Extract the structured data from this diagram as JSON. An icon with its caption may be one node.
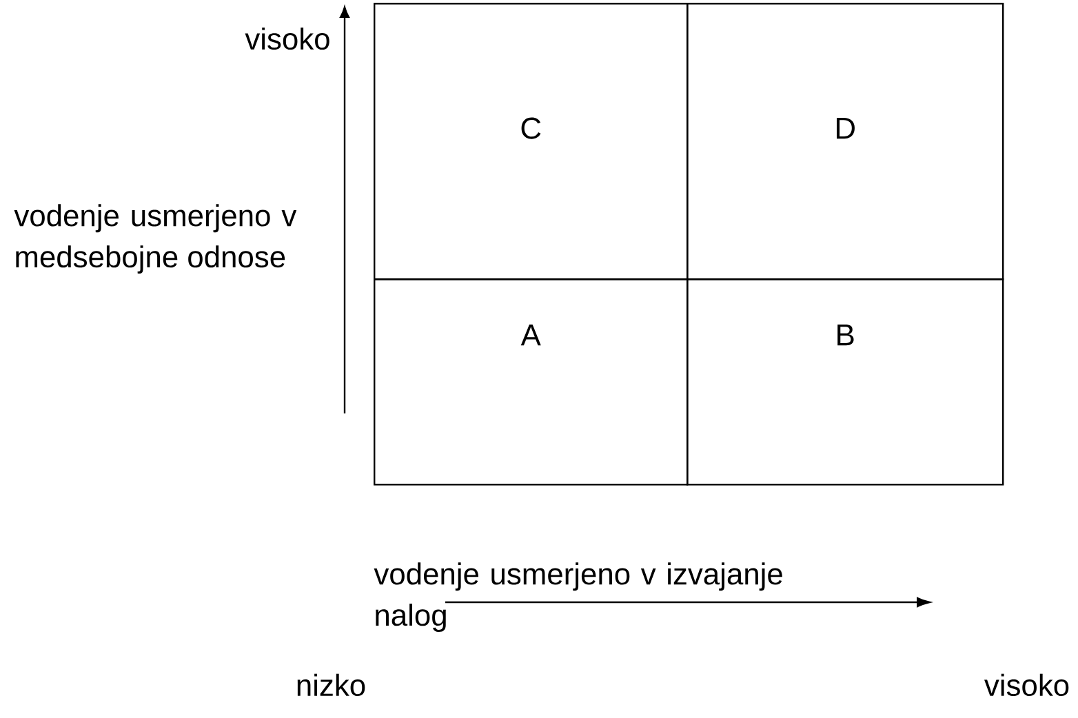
{
  "diagram": {
    "nodes": [
      {
        "text": [
          "C"
        ]
      },
      {
        "text": [
          "D"
        ]
      },
      {
        "text": [
          "A"
        ]
      },
      {
        "text": [
          "B"
        ]
      }
    ],
    "edges": [],
    "labels": [
      "visoko",
      "vodenje usmerjeno v medsebojne odnose",
      "vodenje usmerjeno v izvajanje nalog",
      "nizko",
      "visoko"
    ]
  }
}
